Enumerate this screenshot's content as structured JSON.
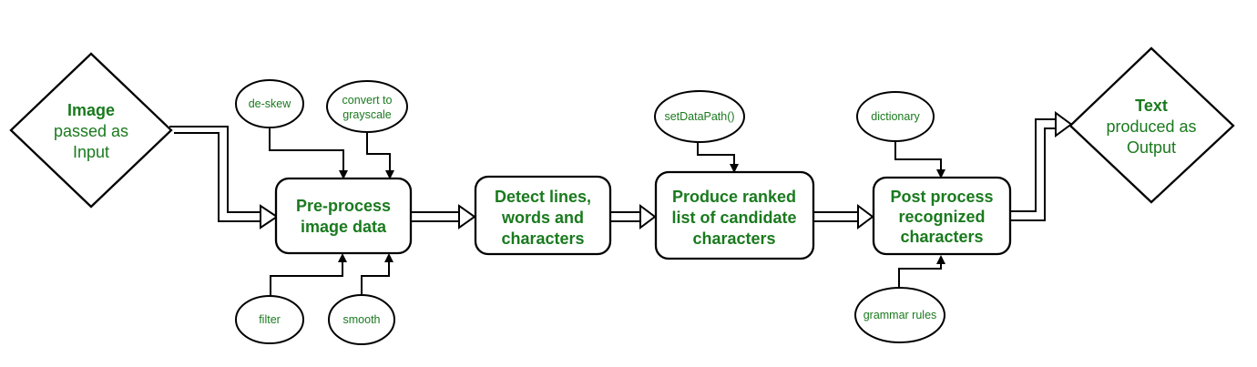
{
  "colors": {
    "background": "#ffffff",
    "stroke": "#000000",
    "text": "#1a7a1e"
  },
  "nodes": {
    "input_diamond": {
      "shape": "diamond",
      "l1": "Image",
      "l2": "passed as",
      "l3": "Input"
    },
    "deskew": {
      "shape": "ellipse",
      "label": "de-skew"
    },
    "grayscale": {
      "shape": "ellipse",
      "l1": "convert to",
      "l2": "grayscale"
    },
    "preprocess": {
      "shape": "rounded-rect",
      "l1": "Pre-process",
      "l2": "image data"
    },
    "filter": {
      "shape": "ellipse",
      "label": "filter"
    },
    "smooth": {
      "shape": "ellipse",
      "label": "smooth"
    },
    "detect": {
      "shape": "rounded-rect",
      "l1": "Detect lines,",
      "l2": "words and",
      "l3": "characters"
    },
    "setdatapath": {
      "shape": "ellipse",
      "label": "setDataPath()"
    },
    "produce": {
      "shape": "rounded-rect",
      "l1": "Produce ranked",
      "l2": "list of candidate",
      "l3": "characters"
    },
    "dictionary": {
      "shape": "ellipse",
      "label": "dictionary"
    },
    "postprocess": {
      "shape": "rounded-rect",
      "l1": "Post process",
      "l2": "recognized",
      "l3": "characters"
    },
    "grammar": {
      "shape": "ellipse",
      "label": "grammar rules"
    },
    "output_diamond": {
      "shape": "diamond",
      "l1": "Text",
      "l2": "produced as",
      "l3": "Output"
    }
  },
  "flow": [
    "input_diamond -> preprocess",
    "preprocess -> detect",
    "detect -> produce",
    "produce -> postprocess",
    "postprocess -> output_diamond",
    "deskew -> preprocess",
    "grayscale -> preprocess",
    "filter -> preprocess",
    "smooth -> preprocess",
    "setdatapath -> produce",
    "dictionary -> postprocess",
    "grammar -> postprocess"
  ]
}
